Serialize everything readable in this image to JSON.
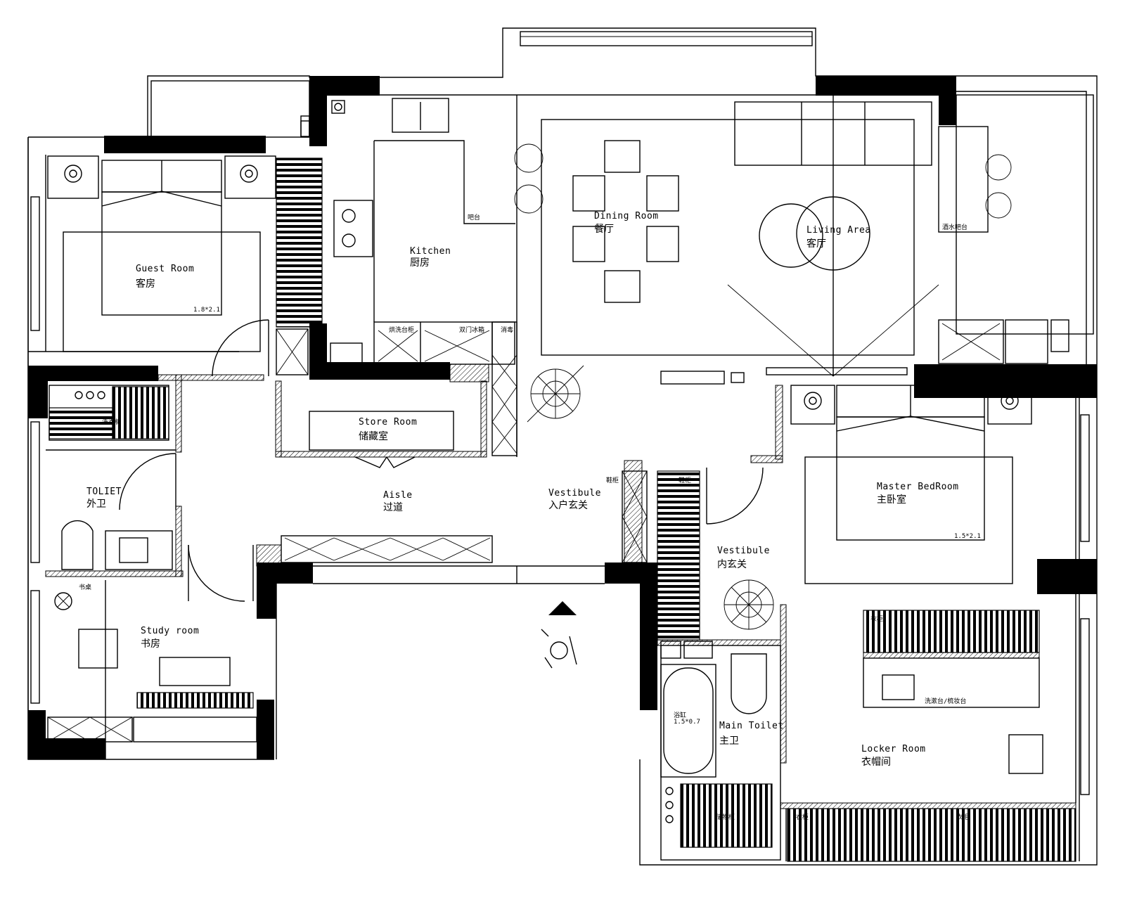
{
  "rooms": {
    "guest": {
      "en": "Guest Room",
      "cn": "客房",
      "bed_size": "1.8*2.1"
    },
    "kitchen": {
      "en": "Kitchen",
      "cn": "厨房",
      "bar": "吧台"
    },
    "dining": {
      "en": "Dining Room",
      "cn": "餐厅"
    },
    "living": {
      "en": "Living Area",
      "cn": "客厅"
    },
    "wine_bar": {
      "cn": "酒水吧台"
    },
    "store": {
      "en": "Store Room",
      "cn": "储藏室"
    },
    "toilet": {
      "en": "TOLIET",
      "cn": "外卫"
    },
    "aisle": {
      "en": "Aisle",
      "cn": "过道"
    },
    "vestibule_outer": {
      "en": "Vestibule",
      "cn": "入户玄关"
    },
    "vestibule_inner": {
      "en": "Vestibule",
      "cn": "内玄关"
    },
    "master": {
      "en": "Master BedRoom",
      "cn": "主卧室",
      "bed_size": "1.5*2.1"
    },
    "study": {
      "en": "Study room",
      "cn": "书房"
    },
    "main_toilet": {
      "en": "Main Toilet",
      "cn": "主卫"
    },
    "bathtub": {
      "cn": "浴缸",
      "size": "1.5*0.7"
    },
    "locker": {
      "en": "Locker Room",
      "cn": "衣帽间"
    },
    "vanity": {
      "cn": "洗漱台/梳妆台"
    }
  },
  "small_labels": {
    "cab_a": "烘洗台柜",
    "cab_b": "双门冰箱",
    "cab_c": "消毒",
    "shoe_a": "鞋柜",
    "shoe_b": "鞋柜",
    "wash": "洗衣机",
    "study_tag": "书桌",
    "bath_cab": "储物柜",
    "ward_a": "衣柜",
    "ward_b": "衣柜",
    "ward_c": "衣柜"
  },
  "colors": {
    "line": "#000000",
    "background": "#ffffff"
  }
}
